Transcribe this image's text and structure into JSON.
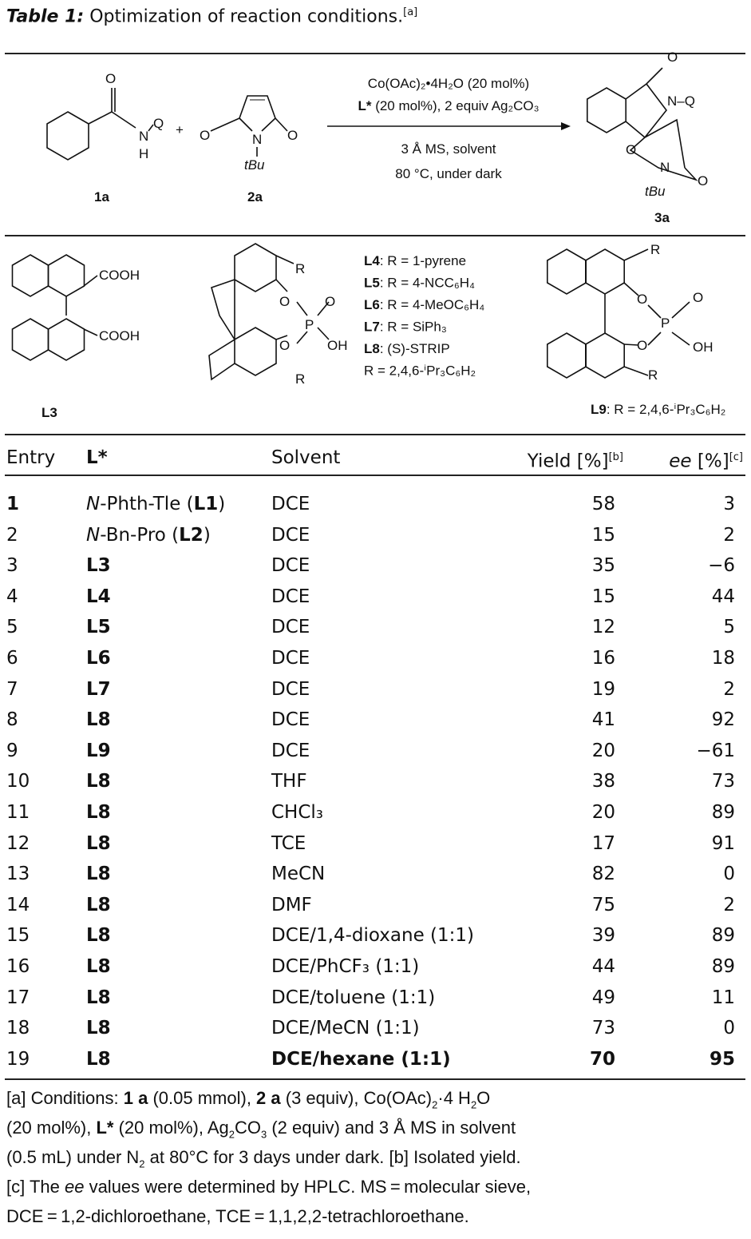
{
  "title": {
    "label": "Table 1:",
    "text": " Optimization of reaction conditions.",
    "note": "[a]"
  },
  "scheme": {
    "compound_1a": "1a",
    "compound_2a": "2a",
    "compound_3a": "3a",
    "atom_O": "O",
    "atom_N": "N",
    "atom_H": "H",
    "atom_Q": "Q",
    "nq": "N–Q",
    "tbu": "tBu",
    "plus": "+",
    "cond1": "Co(OAc)₂•4H₂O (20 mol%)",
    "cond2_bold": "L*",
    "cond2": " (20 mol%), 2 equiv Ag₂CO₃",
    "cond3": "3 Å MS, solvent",
    "cond4": "80 °C, under dark"
  },
  "ligands": {
    "l3_label": "L3",
    "cooh": "COOH",
    "R": "R",
    "P": "P",
    "OH": "OH",
    "list": [
      {
        "b": "L4",
        "t": ": R = 1-pyrene"
      },
      {
        "b": "L5",
        "t": ": R = 4-NCC₆H₄"
      },
      {
        "b": "L6",
        "t": ": R = 4-MeOC₆H₄"
      },
      {
        "b": "L7",
        "t": ": R = SiPh₃"
      },
      {
        "b": "L8",
        "t": ": (S)-STRIP"
      },
      {
        "b": "",
        "t": "R = 2,4,6-ⁱPr₃C₆H₂"
      }
    ],
    "l9_bold": "L9",
    "l9_text": ": R = 2,4,6-ⁱPr₃C₆H₂"
  },
  "table": {
    "headers": {
      "entry": "Entry",
      "ligand": "L*",
      "solvent": "Solvent",
      "yield": "Yield [%]",
      "yield_note": "[b]",
      "ee": "ee",
      "ee_unit": " [%]",
      "ee_note": "[c]"
    },
    "rows": [
      {
        "entry": "1",
        "ligand": [
          {
            "t": "N",
            "i": true
          },
          {
            "t": "-Phth-Tle ("
          },
          {
            "t": "L1",
            "b": true
          },
          {
            "t": ")"
          }
        ],
        "solvent": "DCE",
        "yield": "58",
        "ee": "3",
        "entry_bold": true
      },
      {
        "entry": "2",
        "ligand": [
          {
            "t": "N",
            "i": true
          },
          {
            "t": "-Bn-Pro ("
          },
          {
            "t": "L2",
            "b": true
          },
          {
            "t": ")"
          }
        ],
        "solvent": "DCE",
        "yield": "15",
        "ee": "2"
      },
      {
        "entry": "3",
        "ligand": [
          {
            "t": "L3",
            "b": true
          }
        ],
        "solvent": "DCE",
        "yield": "35",
        "ee": "−6"
      },
      {
        "entry": "4",
        "ligand": [
          {
            "t": "L4",
            "b": true
          }
        ],
        "solvent": "DCE",
        "yield": "15",
        "ee": "44"
      },
      {
        "entry": "5",
        "ligand": [
          {
            "t": "L5",
            "b": true
          }
        ],
        "solvent": "DCE",
        "yield": "12",
        "ee": "5"
      },
      {
        "entry": "6",
        "ligand": [
          {
            "t": "L6",
            "b": true
          }
        ],
        "solvent": "DCE",
        "yield": "16",
        "ee": "18"
      },
      {
        "entry": "7",
        "ligand": [
          {
            "t": "L7",
            "b": true
          }
        ],
        "solvent": "DCE",
        "yield": "19",
        "ee": "2"
      },
      {
        "entry": "8",
        "ligand": [
          {
            "t": "L8",
            "b": true
          }
        ],
        "solvent": "DCE",
        "yield": "41",
        "ee": "92"
      },
      {
        "entry": "9",
        "ligand": [
          {
            "t": "L9",
            "b": true
          }
        ],
        "solvent": "DCE",
        "yield": "20",
        "ee": "−61"
      },
      {
        "entry": "10",
        "ligand": [
          {
            "t": "L8",
            "b": true
          }
        ],
        "solvent": "THF",
        "yield": "38",
        "ee": "73"
      },
      {
        "entry": "11",
        "ligand": [
          {
            "t": "L8",
            "b": true
          }
        ],
        "solvent": "CHCl₃",
        "yield": "20",
        "ee": "89"
      },
      {
        "entry": "12",
        "ligand": [
          {
            "t": "L8",
            "b": true
          }
        ],
        "solvent": "TCE",
        "yield": "17",
        "ee": "91"
      },
      {
        "entry": "13",
        "ligand": [
          {
            "t": "L8",
            "b": true
          }
        ],
        "solvent": "MeCN",
        "yield": "82",
        "ee": "0"
      },
      {
        "entry": "14",
        "ligand": [
          {
            "t": "L8",
            "b": true
          }
        ],
        "solvent": "DMF",
        "yield": "75",
        "ee": "2"
      },
      {
        "entry": "15",
        "ligand": [
          {
            "t": "L8",
            "b": true
          }
        ],
        "solvent": "DCE/1,4-dioxane (1:1)",
        "yield": "39",
        "ee": "89"
      },
      {
        "entry": "16",
        "ligand": [
          {
            "t": "L8",
            "b": true
          }
        ],
        "solvent": "DCE/PhCF₃ (1:1)",
        "yield": "44",
        "ee": "89"
      },
      {
        "entry": "17",
        "ligand": [
          {
            "t": "L8",
            "b": true
          }
        ],
        "solvent": "DCE/toluene (1:1)",
        "yield": "49",
        "ee": "11"
      },
      {
        "entry": "18",
        "ligand": [
          {
            "t": "L8",
            "b": true
          }
        ],
        "solvent": "DCE/MeCN (1:1)",
        "yield": "73",
        "ee": "0"
      },
      {
        "entry": "19",
        "ligand": [
          {
            "t": "L8",
            "b": true
          }
        ],
        "solvent": "DCE/hexane (1:1)",
        "yield": "70",
        "ee": "95",
        "highlight": true
      }
    ]
  },
  "footnotes": {
    "p1": "[a] Conditions: ",
    "p2": "1 a",
    "p3": " (0.05 mmol), ",
    "p4": "2 a",
    "p5": " (3 equiv), Co(OAc)",
    "p6": "2",
    "p7": "·4 H",
    "p8": "2",
    "p9": "O",
    "p10": "(20 mol%), ",
    "p11": "L*",
    "p12": " (20 mol%), Ag",
    "p13": "2",
    "p14": "CO",
    "p15": "3",
    "p16": " (2 equiv) and 3 Å MS in solvent",
    "p17": "(0.5 mL) under N",
    "p18": "2",
    "p19": " at 80°C for 3 days under dark. [b] Isolated yield.",
    "p20": "[c] The ",
    "p21": "ee",
    "p22": " values were determined by HPLC. MS = molecular sieve,",
    "p23": "DCE = 1,2-dichloroethane, TCE = 1,1,2,2-tetrachloroethane."
  }
}
